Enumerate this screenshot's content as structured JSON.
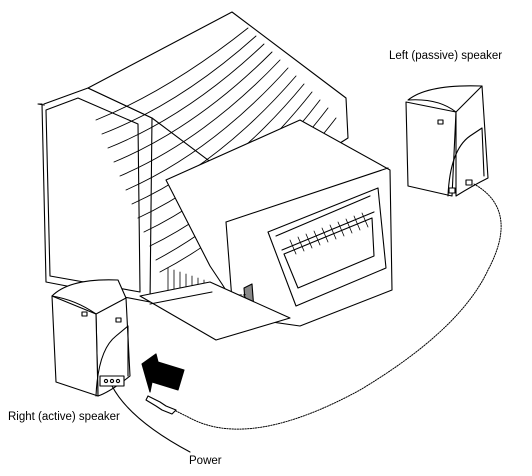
{
  "labels": {
    "left_speaker": "Left (passive) speaker",
    "right_speaker": "Right (active) speaker",
    "power": "Power"
  },
  "colors": {
    "line": "#000000",
    "fill": "#ffffff"
  }
}
